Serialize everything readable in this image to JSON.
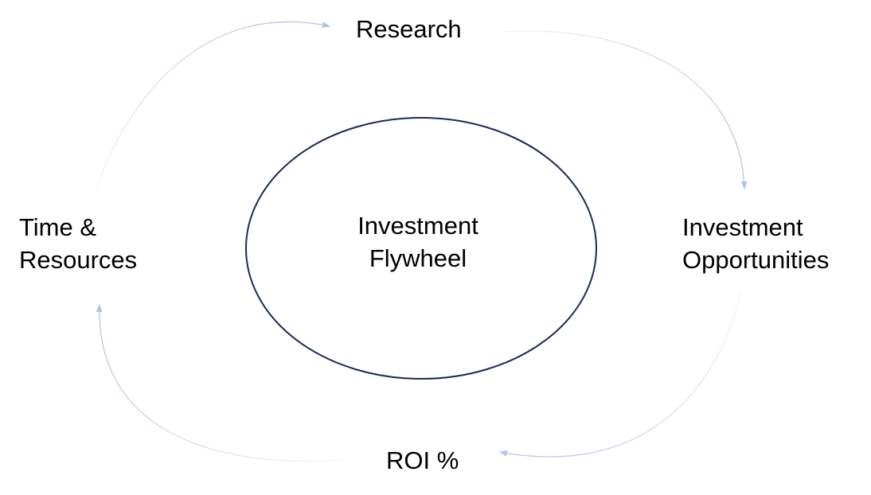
{
  "diagram": {
    "center": {
      "line1": "Investment",
      "line2": "Flywheel"
    },
    "nodes": {
      "research": "Research",
      "opportunities": {
        "line1": "Investment",
        "line2": "Opportunities"
      },
      "roi": "ROI %",
      "time": {
        "line1": "Time &",
        "line2": "Resources"
      }
    },
    "colors": {
      "ellipse": "#1b2a5c",
      "arrow": "#b4c2e4"
    }
  }
}
